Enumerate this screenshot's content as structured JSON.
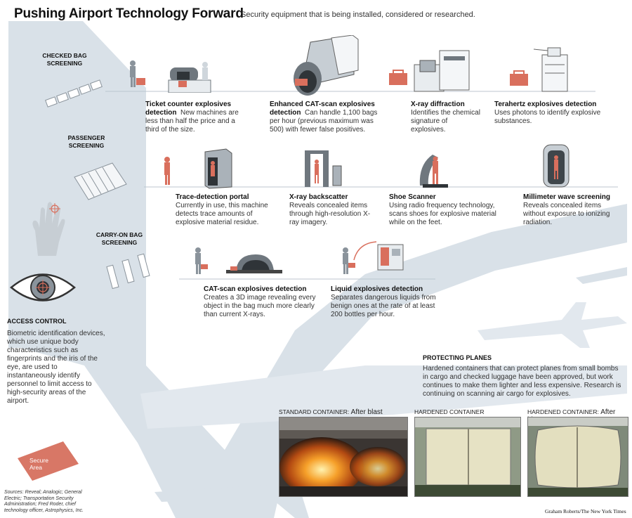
{
  "header": {
    "title": "Pushing Airport Technology Forward",
    "subtitle": "Security equipment that is being installed, considered or researched."
  },
  "sections": {
    "checked": "CHECKED BAG SCREENING",
    "passenger": "PASSENGER SCREENING",
    "carryon": "CARRY-ON BAG SCREENING"
  },
  "checked_items": [
    {
      "name": "Ticket counter explosives detection",
      "desc": "New machines are less than half the price and a third of the size."
    },
    {
      "name": "Enhanced CAT-scan explosives detection",
      "desc": "Can handle 1,100 bags per hour (previous maximum was 500) with fewer false positives."
    },
    {
      "name": "X-ray diffraction",
      "desc": "Identifies the chemical signature of explosives."
    },
    {
      "name": "Terahertz explosives detection",
      "desc": "Uses photons to identify explosive substances."
    }
  ],
  "passenger_items": [
    {
      "name": "Trace-detection portal",
      "desc": "Currently in use, this machine detects trace amounts of explosive material residue."
    },
    {
      "name": "X-ray backscatter",
      "desc": "Reveals concealed items through high-resolution X-ray imagery."
    },
    {
      "name": "Shoe Scanner",
      "desc": "Using radio frequency technology, scans shoes for explosive material while on the feet."
    },
    {
      "name": "Millimeter wave screening",
      "desc": "Reveals concealed items without exposure to ionizing radiation."
    }
  ],
  "carryon_items": [
    {
      "name": "CAT-scan explosives detection",
      "desc": "Creates a 3D image revealing every object in the bag much more clearly than current X-rays."
    },
    {
      "name": "Liquid explosives detection",
      "desc": "Separates dangerous liquids from benign ones at the rate of at least 200 bottles per hour."
    }
  ],
  "access": {
    "title": "ACCESS CONTROL",
    "body": "Biometric identification devices, which use unique body characteristics such as fingerprints and the iris of the eye, are used to instantaneously identify personnel to limit access to high-security areas of the airport."
  },
  "secure_area": "Secure Area",
  "planes": {
    "title": "PROTECTING PLANES",
    "body": "Hardened containers that can protect planes from small bombs in cargo and checked luggage have been approved, but work continues to make them lighter and less expensive. Research is continuing on scanning air cargo for explosives."
  },
  "photos": [
    {
      "prefix": "STANDARD CONTAINER:",
      "suffix": "After blast"
    },
    {
      "prefix": "HARDENED CONTAINER",
      "suffix": ""
    },
    {
      "prefix": "HARDENED CONTAINER:",
      "suffix": "After blast"
    }
  ],
  "sources": "Sources: Reveal; Analogic; General Electric; Transportation Security Administration; Fred Roder, chief technology officer, Astrophysics, Inc.",
  "credit": "Graham Roberts/The New York Times",
  "colors": {
    "terminal": "#d9e1e8",
    "figure": "#8a939b",
    "accent": "#d96f5d",
    "rule": "#bcc6cf",
    "secure": "#d87766"
  }
}
